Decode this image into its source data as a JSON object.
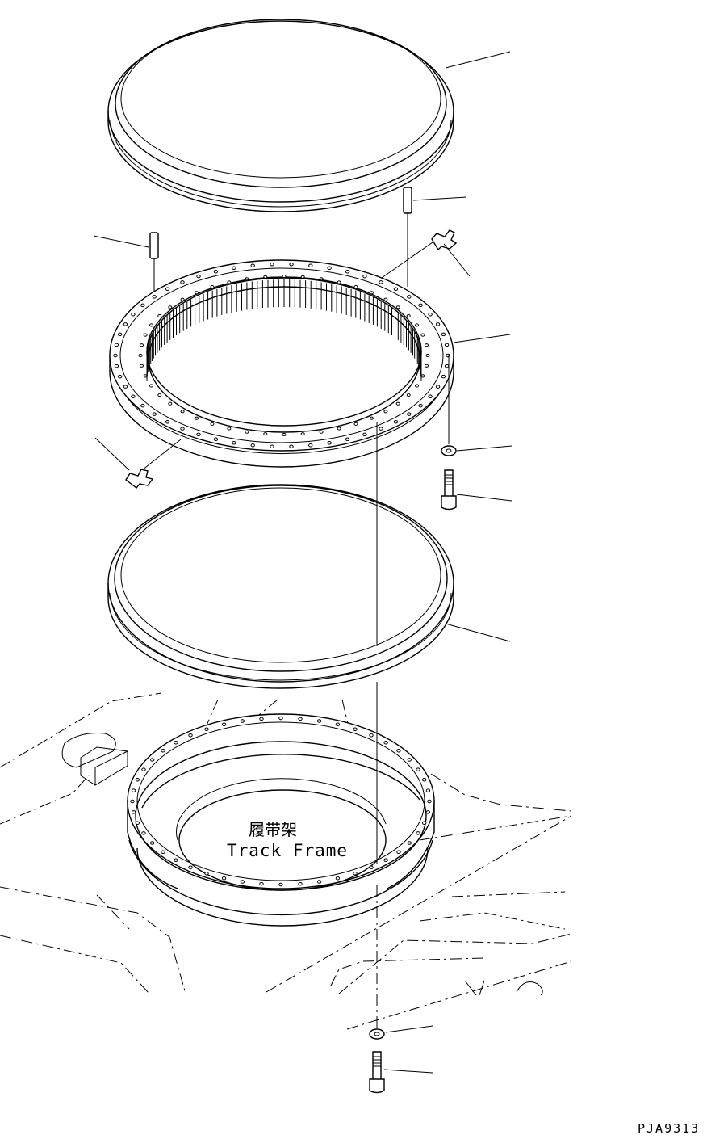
{
  "drawing": {
    "frame_label_zh": "履带架",
    "frame_label_en": "Track Frame",
    "drawing_code": "PJA9313"
  },
  "colors": {
    "line": "#000000",
    "background": "#ffffff"
  }
}
